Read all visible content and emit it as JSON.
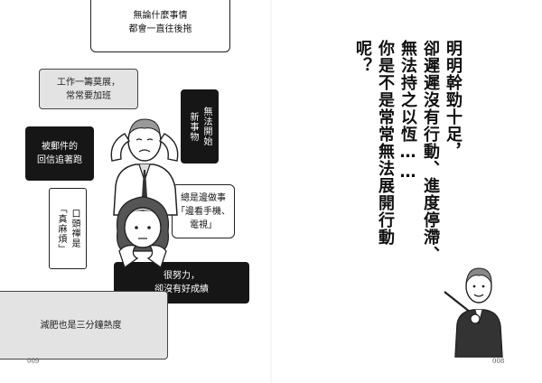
{
  "left_page": {
    "page_number": "009",
    "bubbles": {
      "procrastinate": "無論什麼事情\n都會一直往後拖",
      "overtime": "工作一籌莫展，\n常常要加班",
      "cant_start": "無法開始\n新事物",
      "email": "被郵件的\n回信追著跑",
      "always_doing": "總是邊做事\n「邊看手機、\n電視」",
      "catchphrase": "口頭禪是\n「真麻煩」",
      "effort": "很努力，\n卻沒有好成績",
      "diet": "減肥也是三分鐘熱度"
    }
  },
  "right_page": {
    "page_number": "008",
    "headline": "明明幹勁十足，\n卻遲遲沒有行動、進度停滯、\n無法持之以恆……\n你是不是常常無法展開行動呢？"
  }
}
